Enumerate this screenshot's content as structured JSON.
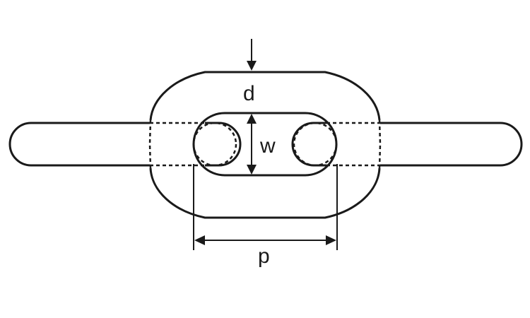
{
  "diagram": {
    "labels": {
      "d": "d",
      "w": "w",
      "p": "p"
    },
    "colors": {
      "line": "#1a1a1a",
      "background": "#ffffff"
    }
  }
}
